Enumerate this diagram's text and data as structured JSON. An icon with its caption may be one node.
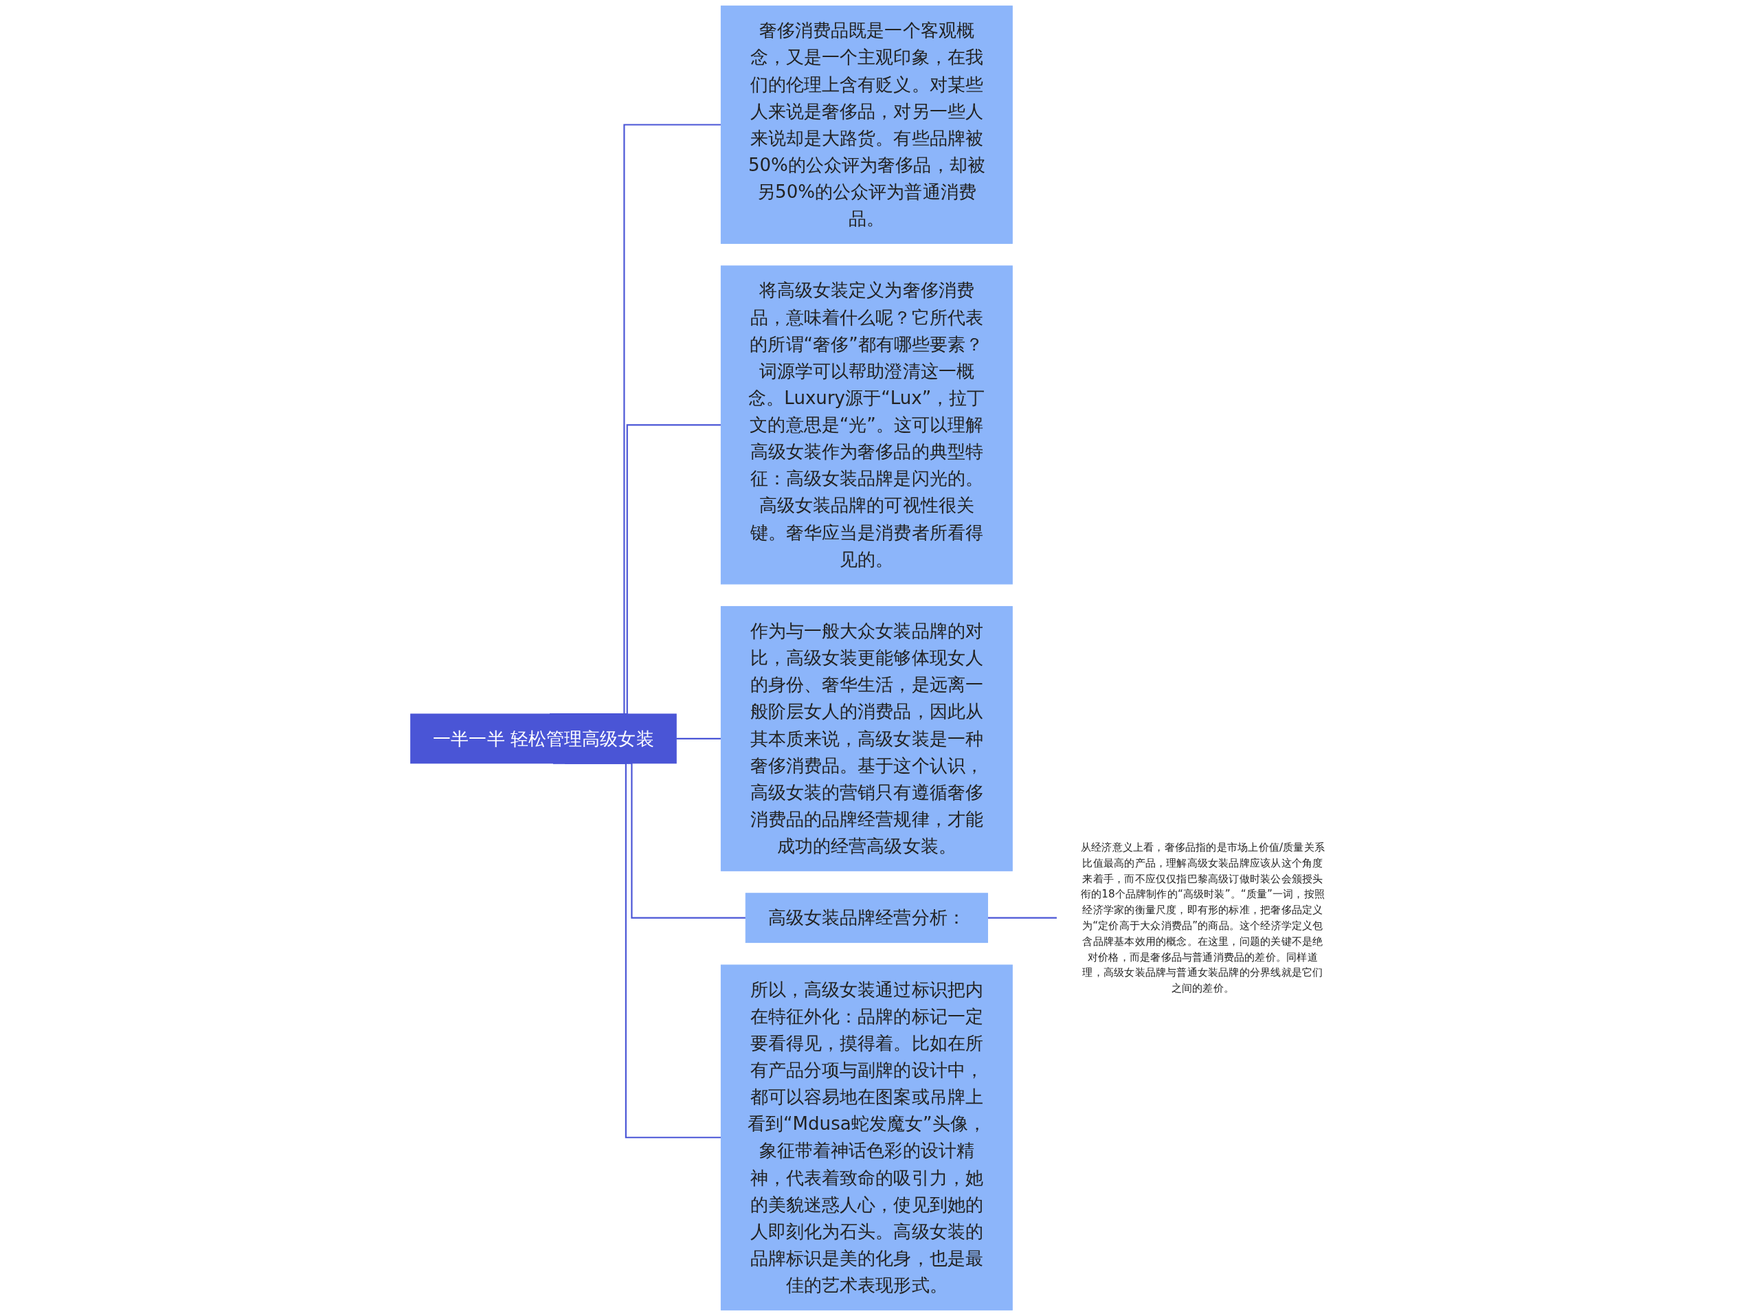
{
  "diagram": {
    "nodes": [
      {
        "text": [
          "一半一半 轻松管理高级女装"
        ]
      },
      {
        "text": [
          "奢侈消费品既是一个客观概念，又是一个主观印象，在我们的伦理上含有贬义。对某些人来说是奢侈品，对另一些人来说却是大路货。有些品牌被50%的公众评为奢侈品，却被另50%的公众评为普通消费品。"
        ]
      },
      {
        "text": [
          "将高级女装定义为奢侈消费品，意味着什么呢？它所代表的所谓“奢侈”都有哪些要素？词源学可以帮助澄清这一概念。Luxury源于“Lux”，拉丁文的意思是“光”。这可以理解高级女装作为奢侈品的典型特征：高级女装品牌是闪光的。高级女装品牌的可视性很关键。奢华应当是消费者所看得见的。"
        ]
      },
      {
        "text": [
          "作为与一般大众女装品牌的对比，高级女装更能够体现女人的身份、奢华生活，是远离一般阶层女人的消费品，因此从其本质来说，高级女装是一种奢侈消费品。基于这个认识，高级女装的营销只有遵循奢侈消费品的品牌经营规律，才能成功的经营高级女装。"
        ]
      },
      {
        "text": [
          "高级女装品牌经营分析："
        ]
      },
      {
        "text": [
          "从经济意义上看，奢侈品指的是市场上价值/质量关系比值最高的产品，理解高级女装品牌应该从这个角度来着手，而不应仅仅指巴黎高级订做时装公会颁授头衔的18个品牌制作的“高级时装”。“质量”一词，按照经济学家的衡量尺度，即有形的标准，把奢侈品定义为“定价高于大众消费品”的商品。这个经济学定义包含品牌基本效用的概念。在这里，问题的关键不是绝对价格，而是奢侈品与普通消费品的差价。同样道理，高级女装品牌与普通女装品牌的分界线就是它们之间的差价。"
        ]
      },
      {
        "text": [
          "所以，高级女装通过标识把内在特征外化：品牌的标记一定要看得见，摸得着。比如在所有产品分项与副牌的设计中，都可以容易地在图案或吊牌上看到“Mdusa蛇发魔女”头像，象征带着神话色彩的设计精神，代表着致命的吸引力，她的美貌迷惑人心，使见到她的人即刻化为石头。高级女装的品牌标识是美的化身，也是最佳的艺术表现形式。"
        ]
      }
    ],
    "edges": [
      {
        "from": 0,
        "to": 1,
        "arrow": "none"
      },
      {
        "from": 0,
        "to": 2,
        "arrow": "none"
      },
      {
        "from": 0,
        "to": 3,
        "arrow": "none"
      },
      {
        "from": 0,
        "to": 4,
        "arrow": "none"
      },
      {
        "from": 4,
        "to": 5,
        "arrow": "none"
      },
      {
        "from": 0,
        "to": 6,
        "arrow": "none"
      }
    ]
  }
}
